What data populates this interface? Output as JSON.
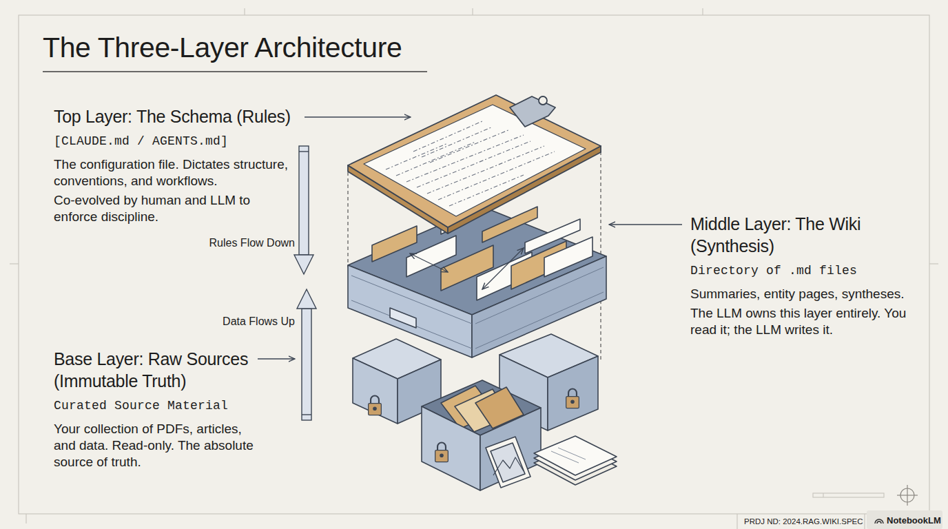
{
  "diagram": {
    "title": "The Three-Layer Architecture",
    "nodes": [
      {
        "text": [
          "Top Layer: The Schema (Rules)",
          "[CLAUDE.md / AGENTS.md]",
          "The configuration file. Dictates structure, conventions, and workflows.",
          "Co-evolved by human and LLM to enforce discipline."
        ]
      },
      {
        "text": [
          "Middle Layer: The Wiki (Synthesis)",
          "Directory of .md files",
          "Summaries, entity pages, syntheses.",
          "The LLM owns this layer entirely. You read it; the LLM writes it."
        ]
      },
      {
        "text": [
          "Base Layer: Raw Sources (Immutable Truth)",
          "Curated Source Material",
          "Your collection of PDFs, articles, and data. Read-only. The absolute source of truth."
        ]
      }
    ],
    "labels": [
      "Rules Flow Down",
      "Data Flows Up",
      "PRDJ ND: 2024.RAG.WIKI.SPEC",
      "NotebookLM"
    ]
  }
}
